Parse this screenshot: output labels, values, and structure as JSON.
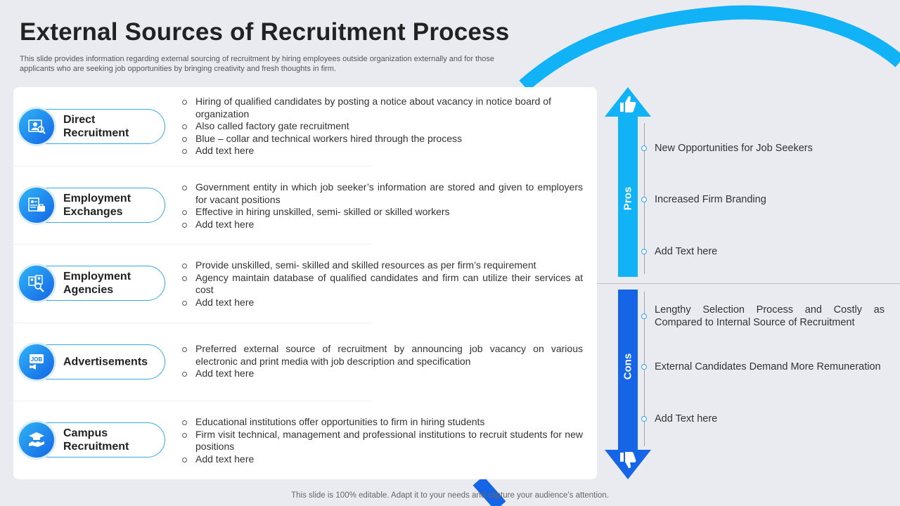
{
  "title": "External Sources of Recruitment Process",
  "subtitle": "This slide provides information regarding external sourcing of recruitment by hiring employees outside organization externally and for those applicants who are seeking job opportunities by bringing creativity and fresh thoughts in firm.",
  "sources": [
    {
      "icon": "recruiter-profile-icon",
      "label_line1": "Direct",
      "label_line2": "Recruitment",
      "bullets": [
        "Hiring of qualified candidates by posting a notice about vacancy in notice board of organization",
        "Also called factory gate recruitment",
        "Blue – collar and technical workers hired through the process",
        "Add text here"
      ]
    },
    {
      "icon": "resume-briefcase-icon",
      "label_line1": "Employment",
      "label_line2": "Exchanges",
      "bullets": [
        "Government entity in which job seeker’s information are stored and given to employers for vacant positions",
        "Effective in hiring unskilled, semi- skilled or skilled workers",
        "Add text here"
      ]
    },
    {
      "icon": "candidate-search-icon",
      "label_line1": "Employment",
      "label_line2": "Agencies",
      "bullets": [
        "Provide unskilled, semi- skilled and skilled resources as per firm’s requirement",
        "Agency maintain database of qualified candidates and firm can utilize their services at cost",
        "Add text here"
      ]
    },
    {
      "icon": "job-megaphone-icon",
      "icon_text": "JOB",
      "label_line1": "Advertisements",
      "label_line2": "",
      "bullets": [
        "Preferred external source of recruitment by announcing job vacancy on various electronic and print media with job description and specification",
        "Add text here"
      ]
    },
    {
      "icon": "graduation-handshake-icon",
      "label_line1": "Campus",
      "label_line2": "Recruitment",
      "bullets": [
        "Educational institutions offer opportunities to firm in hiring students",
        "Firm visit technical, management and professional institutions to recruit students for new positions",
        "Add text here"
      ]
    }
  ],
  "pros": {
    "label": "Pros",
    "items": [
      "New Opportunities for Job Seekers",
      "Increased Firm Branding",
      "Add Text here"
    ]
  },
  "cons": {
    "label": "Cons",
    "items": [
      "Lengthy Selection Process and Costly as Compared to Internal Source of Recruitment",
      "External Candidates Demand More Remuneration",
      "Add Text here"
    ]
  },
  "footer": "This slide is 100% editable. Adapt it to your needs and capture your audience’s attention.",
  "colors": {
    "pros_blue": "#12b3f6",
    "cons_blue": "#1565e6",
    "accent": "#2aa5f0"
  }
}
